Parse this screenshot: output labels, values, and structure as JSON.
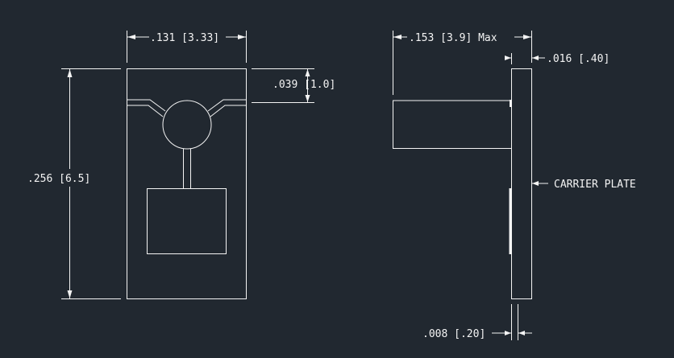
{
  "front_view": {
    "width_label": ".131 [3.33]",
    "height_label": ".256 [6.5]",
    "offset_label": ".039 [1.0]"
  },
  "side_view": {
    "max_length_label": ".153 [3.9] Max",
    "plate_thickness_label": ".016 [.40]",
    "gap_label": ".008 [.20]",
    "carrier_label": "CARRIER PLATE"
  }
}
